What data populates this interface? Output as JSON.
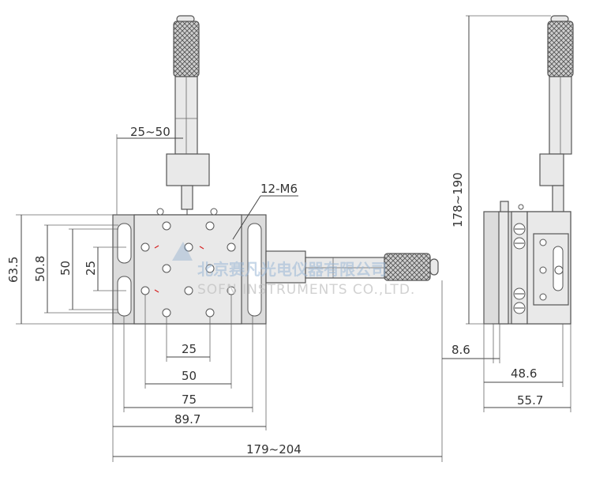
{
  "dimensions": {
    "travel": "25~50",
    "thread": "12-M6",
    "h_63_5": "63.5",
    "h_50_8": "50.8",
    "h_50": "50",
    "h_25": "25",
    "w_25": "25",
    "w_50": "50",
    "w_75": "75",
    "w_89_7": "89.7",
    "w_total": "179~204",
    "side_height": "178~190",
    "side_8_6": "8.6",
    "side_48_6": "48.6",
    "side_55_7": "55.7"
  },
  "watermark": {
    "cn": "北京赛凡光电仪器有限公司",
    "en": "SOFN INSTRUMENTS CO.,LTD."
  },
  "colors": {
    "line": "#444444",
    "body": "#e9e9e9",
    "watermark_cn": "#9ab7d6",
    "watermark_en": "#c2c2c2",
    "red_mark": "#d62020"
  }
}
